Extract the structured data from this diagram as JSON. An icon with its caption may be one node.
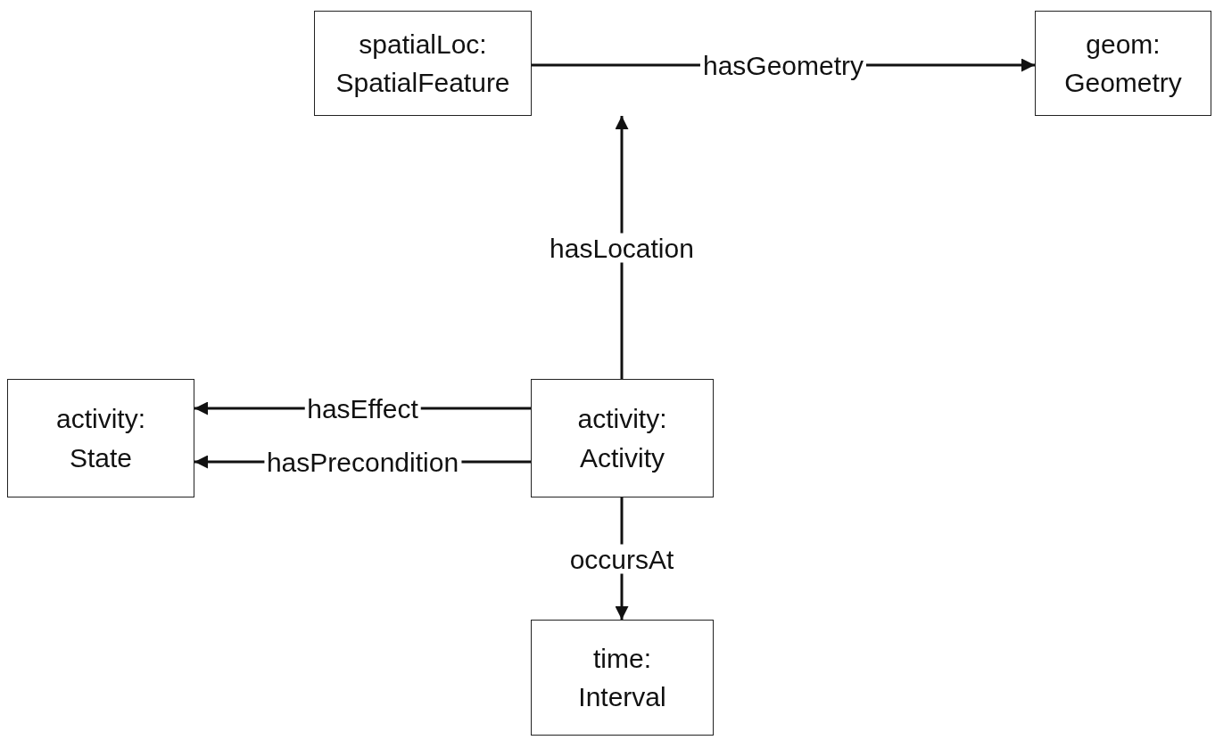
{
  "diagram": {
    "nodes": [
      {
        "text": [
          "spatialLoc: SpatialFeature"
        ]
      },
      {
        "text": [
          "geom: Geometry"
        ]
      },
      {
        "text": [
          "activity: State"
        ]
      },
      {
        "text": [
          "activity: Activity"
        ]
      },
      {
        "text": [
          "time: Interval"
        ]
      }
    ],
    "edges": [
      {
        "from": 0,
        "to": 1,
        "arrow": "to",
        "label": "hasGeometry"
      },
      {
        "from": 3,
        "to": 0,
        "arrow": "to",
        "label": "hasLocation"
      },
      {
        "from": 3,
        "to": 2,
        "arrow": "to",
        "label": "hasEffect"
      },
      {
        "from": 3,
        "to": 2,
        "arrow": "to",
        "label": "hasPrecondition"
      },
      {
        "from": 3,
        "to": 4,
        "arrow": "to",
        "label": "occursAt"
      }
    ]
  }
}
